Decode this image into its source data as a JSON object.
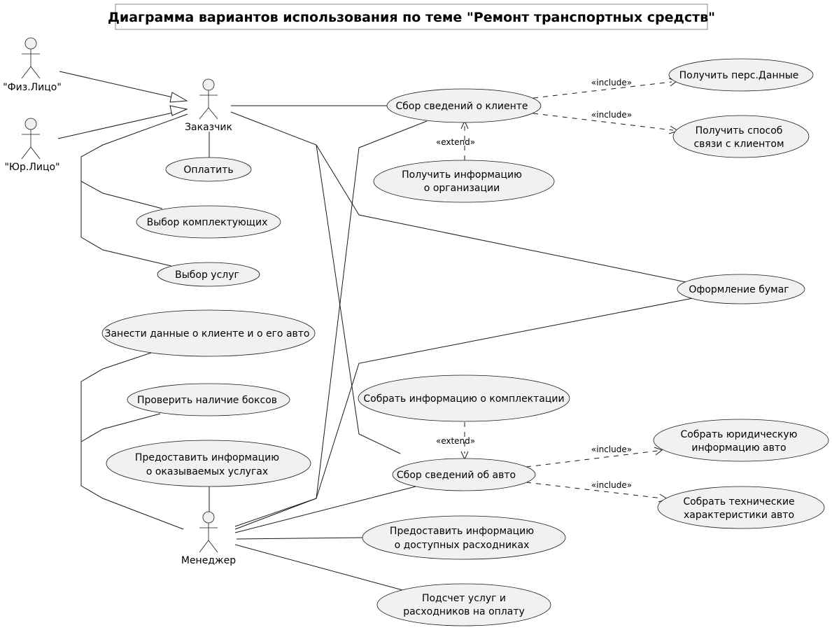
{
  "title": "Диаграмма вариантов использования по теме \"Ремонт транспортных средств\"",
  "actors": {
    "fiz": "\"Физ.Лицо\"",
    "yur": "\"Юр.Лицо\"",
    "customer": "Заказчик",
    "manager": "Менеджер"
  },
  "use_cases": {
    "pay": "Оплатить",
    "choose_parts": "Выбор комплектующих",
    "choose_services": "Выбор услуг",
    "client_info": "Сбор сведений о клиенте",
    "get_personal": "Получить перс.Данные",
    "contact_method": [
      "Получить способ",
      "связи с клиентом"
    ],
    "org_info": [
      "Получить информацию",
      "о организации"
    ],
    "paperwork": "Оформление бумаг",
    "enter_data": "Занести данные о клиенте и о его авто",
    "check_boxes": "Проверить наличие боксов",
    "provide_services_info": [
      "Предоставить информацию",
      "о оказываемых услугах"
    ],
    "equipment_info": "Собрать информацию о комплектации",
    "car_info": "Сбор сведений об авто",
    "legal_info": [
      "Собрать юридическую",
      "информацию авто"
    ],
    "tech_info": [
      "Собрать технические",
      "характеристики авто"
    ],
    "consumables_info": [
      "Предоставить информацию",
      "о доступных расходниках"
    ],
    "count_payment": [
      "Подсчет услуг и",
      "расходников на оплату"
    ]
  },
  "stereotypes": {
    "include": "«include»",
    "extend": "«extend»"
  }
}
